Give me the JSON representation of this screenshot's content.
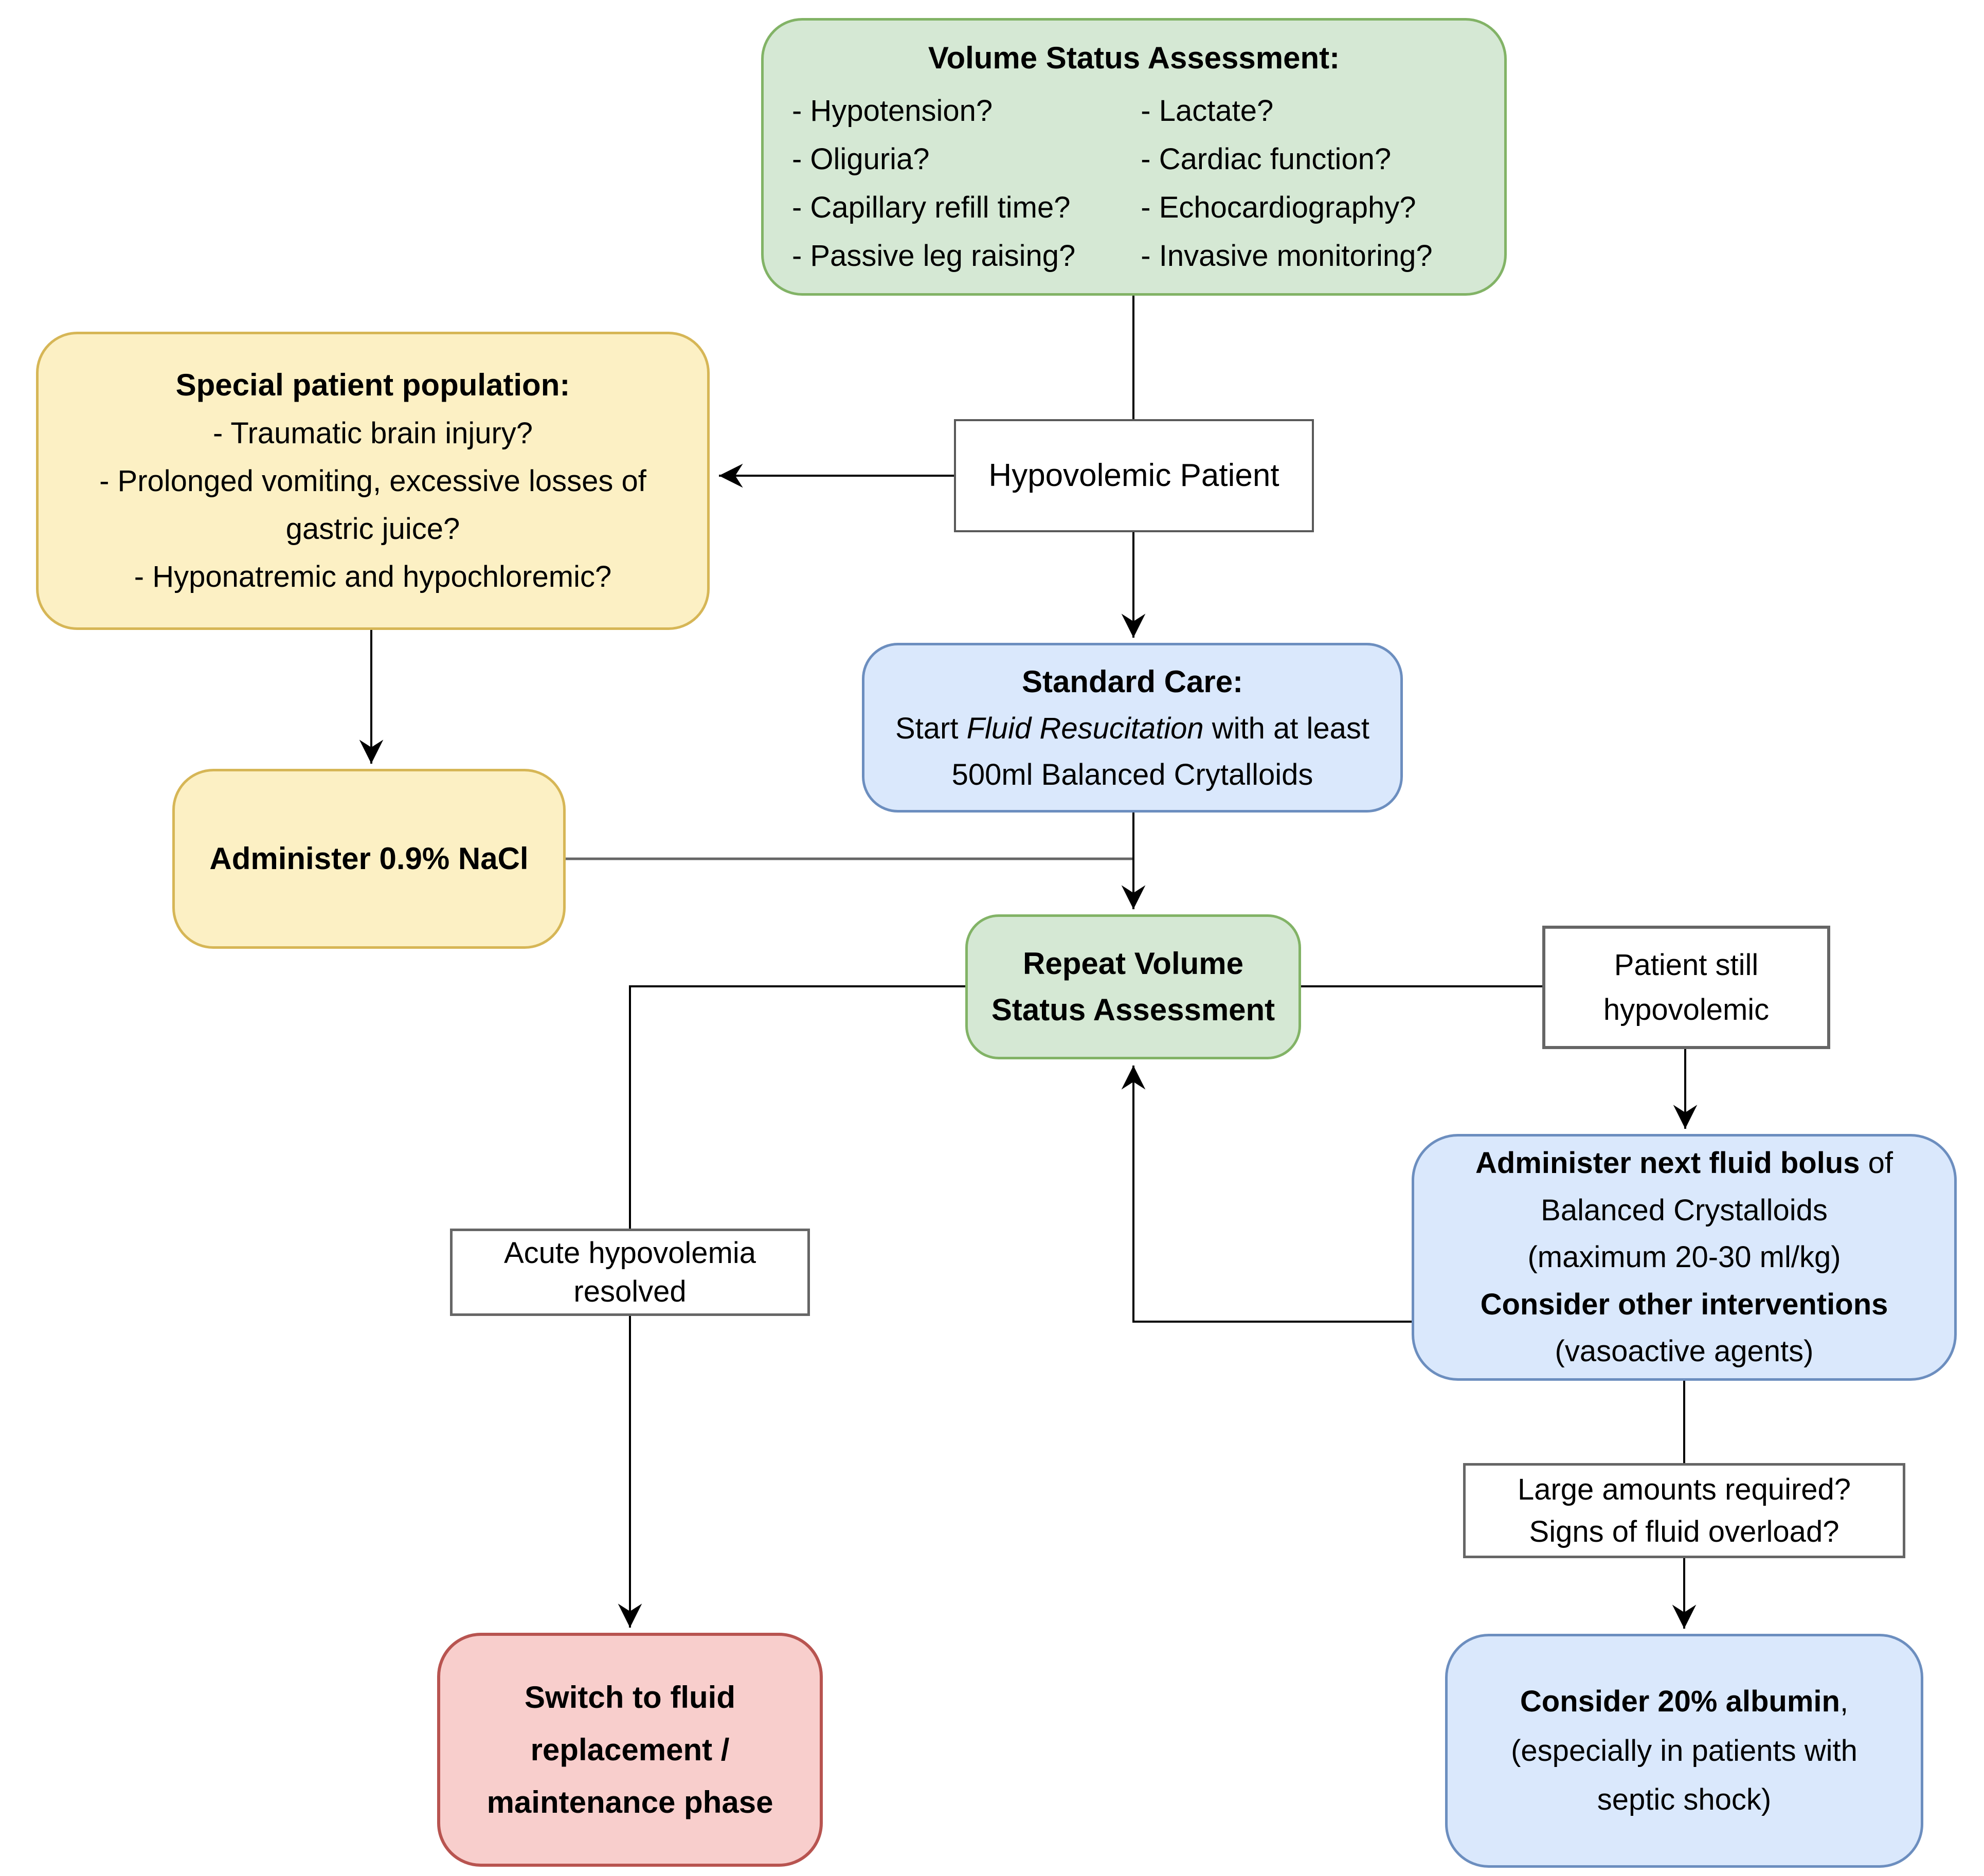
{
  "flow": {
    "volume_status": {
      "title": "Volume Status Assessment:",
      "left_items": [
        "- Hypotension?",
        "- Oliguria?",
        "- Capillary refill time?",
        "- Passive leg raising?"
      ],
      "right_items": [
        "- Lactate?",
        "- Cardiac function?",
        "- Echocardiography?",
        "- Invasive monitoring?"
      ]
    },
    "hypovolemic_patient": {
      "label": "Hypovolemic Patient"
    },
    "special_population": {
      "title": "Special patient population:",
      "item1": "- Traumatic brain injury?",
      "item2": "- Prolonged vomiting, excessive losses of",
      "item2_cont": "gastric juice?",
      "item3": "- Hyponatremic and hypochloremic?"
    },
    "administer_nacl": {
      "label": "Administer 0.9% NaCl"
    },
    "standard_care": {
      "title": "Standard Care:",
      "line2_pre": "Start ",
      "line2_italic": "Fluid Resucitation",
      "line2_post": " with at least",
      "line3": "500ml Balanced Crytalloids"
    },
    "repeat_volume": {
      "line1": "Repeat Volume",
      "line2": "Status Assessment"
    },
    "patient_still": {
      "line1": "Patient still",
      "line2": "hypovolemic"
    },
    "administer_bolus": {
      "line1_bold": "Administer next fluid bolus",
      "line1_post": " of",
      "line2": "Balanced Crystalloids",
      "line3": "(maximum 20-30 ml/kg)",
      "line4_bold": "Consider other interventions",
      "line5": "(vasoactive agents)"
    },
    "acute_resolved": {
      "line1": "Acute hypovolemia",
      "line2": "resolved"
    },
    "large_amounts": {
      "line1": "Large amounts required?",
      "line2": "Signs of fluid overload?"
    },
    "switch_fluid": {
      "line1": "Switch to fluid",
      "line2": "replacement /",
      "line3": "maintenance phase"
    },
    "consider_albumin": {
      "line1_bold": "Consider 20% albumin",
      "line1_post": ",",
      "line2": "(especially in patients with",
      "line3": "septic shock)"
    },
    "colors": {
      "green_fill": "#d5e8d4",
      "green_border": "#82b366",
      "yellow_fill": "#fcf0c4",
      "yellow_border": "#d6b656",
      "blue_fill": "#dae8fc",
      "blue_border": "#6c8ebf",
      "red_fill": "#f8cecc",
      "red_border": "#b85450",
      "white_fill": "#ffffff",
      "gray_border": "#666666",
      "connector_black": "#000000",
      "connector_gray": "#666666",
      "text": "#000000",
      "background": "#ffffff"
    }
  }
}
